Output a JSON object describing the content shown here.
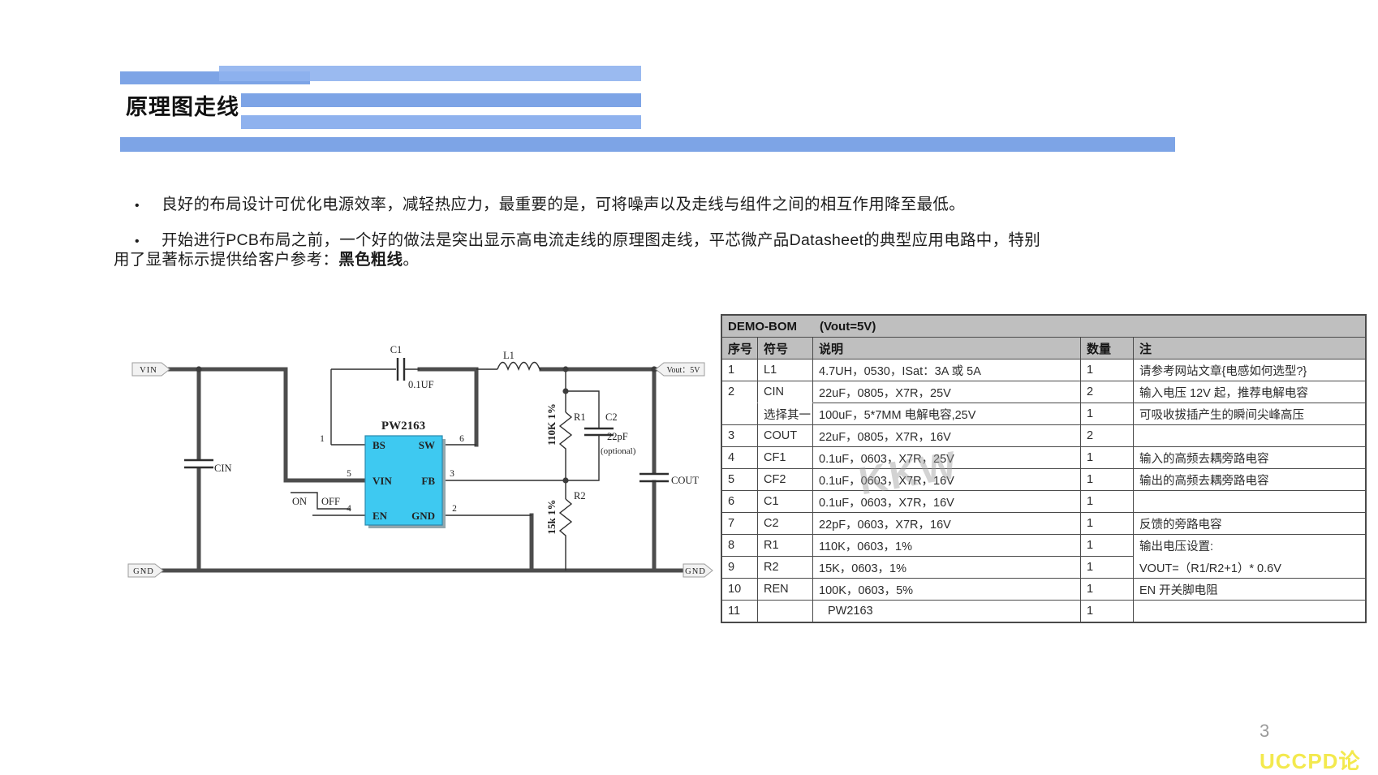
{
  "title": "原理图走线",
  "bullets": {
    "marker": "•",
    "b1": "良好的布局设计可优化电源效率，减轻热应力，最重要的是，可将噪声以及走线与组件之间的相互作用降至最低。",
    "b2_line1": "开始进行PCB布局之前，一个好的做法是突出显示高电流走线的原理图走线，平芯微产品Datasheet的典型应用电路中，特别",
    "b2_line2_prefix": "用了显著标示提供给客户参考：",
    "b2_line2_bold": "黑色粗线",
    "b2_line2_suffix": "。"
  },
  "schematic": {
    "net_vin": "VIN",
    "net_gnd_left": "GND",
    "net_gnd_right": "GND",
    "net_vout": "Vout：5V",
    "chip": "PW2163",
    "pins": {
      "bs": "BS",
      "sw": "SW",
      "vin": "VIN",
      "fb": "FB",
      "en": "EN",
      "gnd": "GND"
    },
    "pin_numbers": {
      "bs": "1",
      "sw": "6",
      "vin": "5",
      "fb": "3",
      "en": "4",
      "gnd": "2"
    },
    "c1": "C1",
    "c1_value": "0.1UF",
    "cin": "CIN",
    "l1": "L1",
    "r1": "R1",
    "r1_value": "110K 1%",
    "c2": "C2",
    "c2_value": "22pF",
    "c2_note": "(optional)",
    "r2": "R2",
    "r2_value": "15k 1%",
    "cout": "COUT",
    "on_label": "ON",
    "off_label": "OFF"
  },
  "bom": {
    "title_left": "DEMO-BOM",
    "title_right": "(Vout=5V)",
    "headers": {
      "no": "序号",
      "sym": "符号",
      "desc": "说明",
      "qty": "数量",
      "note": "注"
    },
    "rows": [
      {
        "no": "1",
        "sym": "L1",
        "desc": "4.7UH，0530，ISat：3A 或 5A",
        "qty": "1",
        "note": "请参考网站文章{电感如何选型?}"
      },
      {
        "no": "2",
        "sym": "CIN",
        "desc": "22uF，0805，X7R，25V",
        "qty": "2",
        "note": "输入电压 12V 起，推荐电解电容"
      },
      {
        "no": "",
        "sym": "选择其一",
        "desc": "100uF，5*7MM 电解电容,25V",
        "qty": "1",
        "note": "可吸收拔插产生的瞬间尖峰高压"
      },
      {
        "no": "3",
        "sym": "COUT",
        "desc": "22uF，0805，X7R，16V",
        "qty": "2",
        "note": ""
      },
      {
        "no": "4",
        "sym": "CF1",
        "desc": "0.1uF，0603，X7R，25V",
        "qty": "1",
        "note": "输入的高频去耦旁路电容"
      },
      {
        "no": "5",
        "sym": "CF2",
        "desc": "0.1uF，0603，X7R，16V",
        "qty": "1",
        "note": "输出的高频去耦旁路电容"
      },
      {
        "no": "6",
        "sym": "C1",
        "desc": "0.1uF，0603，X7R，16V",
        "qty": "1",
        "note": ""
      },
      {
        "no": "7",
        "sym": "C2",
        "desc": "22pF，0603，X7R，16V",
        "qty": "1",
        "note": "反馈的旁路电容"
      },
      {
        "no": "8",
        "sym": "R1",
        "desc": "110K，0603，1%",
        "qty": "1",
        "note": "输出电压设置:"
      },
      {
        "no": "9",
        "sym": "R2",
        "desc": "15K，0603，1%",
        "qty": "1",
        "note": "VOUT=（R1/R2+1）* 0.6V"
      },
      {
        "no": "10",
        "sym": "REN",
        "desc": "100K，0603，5%",
        "qty": "1",
        "note": "EN 开关脚电阻"
      },
      {
        "no": "11",
        "sym": "",
        "desc": "PW2163",
        "qty": "1",
        "note": ""
      }
    ]
  },
  "watermark": "KKW",
  "footer": {
    "page": "3",
    "forum": "UCCPD论坛"
  },
  "colors": {
    "accent_blue": "#7da4e6",
    "accent_blue_light": "#8fb2ee",
    "chip_cyan": "#3ec9f1",
    "table_header_gray": "#bfbfbf",
    "forum_yellow": "#f3e94e"
  }
}
